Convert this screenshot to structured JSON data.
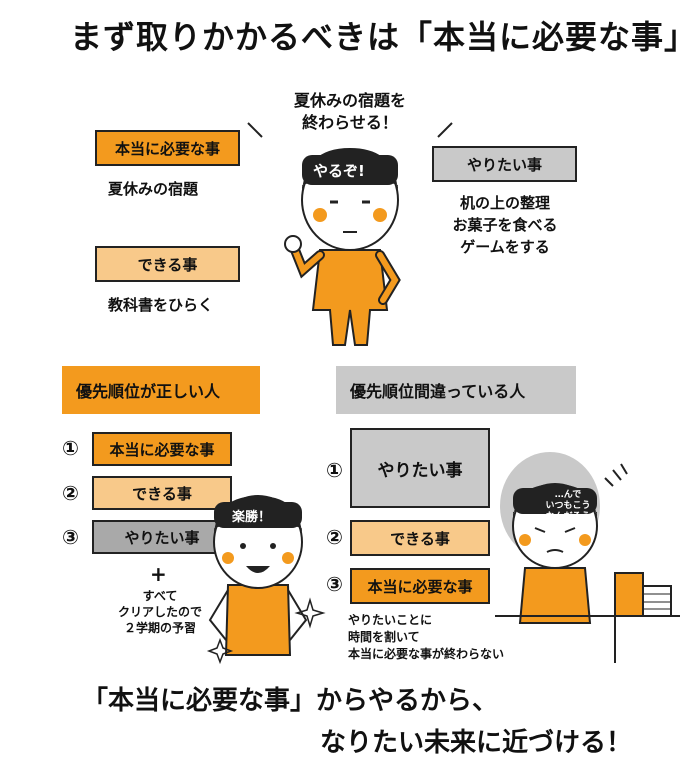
{
  "title": "まず取りかかるべきは「本当に必要な事」",
  "top": {
    "speech_line1": "夏休みの宿題を",
    "speech_line2": "終わらせる！",
    "boy_headband": "やるぞ!",
    "necessary_label": "本当に必要な事",
    "necessary_text": "夏休みの宿題",
    "possible_label": "できる事",
    "possible_text": "教科書をひらく",
    "want_label": "やりたい事",
    "want_items": [
      "机の上の整理",
      "お菓子を食べる",
      "ゲームをする"
    ]
  },
  "left_section": {
    "header": "優先順位が正しい人",
    "numbers": [
      "①",
      "②",
      "③"
    ],
    "items": [
      "本当に必要な事",
      "できる事",
      "やりたい事"
    ],
    "boy_headband": "楽勝！",
    "plus": "+",
    "note": [
      "すべて",
      "クリアしたので",
      "２学期の予習"
    ]
  },
  "right_section": {
    "header": "優先順位間違っている人",
    "numbers": [
      "①",
      "②",
      "③"
    ],
    "items": [
      "やりたい事",
      "できる事",
      "本当に必要な事"
    ],
    "head_text": [
      "…んで",
      "いつもこう",
      "なんだろう"
    ],
    "note": [
      "やりたいことに",
      "時間を割いて",
      "本当に必要な事が終わらない"
    ]
  },
  "bottom": {
    "line1": "「本当に必要な事」からやるから、",
    "line2": "なりたい未来に近づける！"
  },
  "colors": {
    "orange": "#f39a1e",
    "peach": "#f8c98a",
    "gray": "#c9c9c9"
  }
}
